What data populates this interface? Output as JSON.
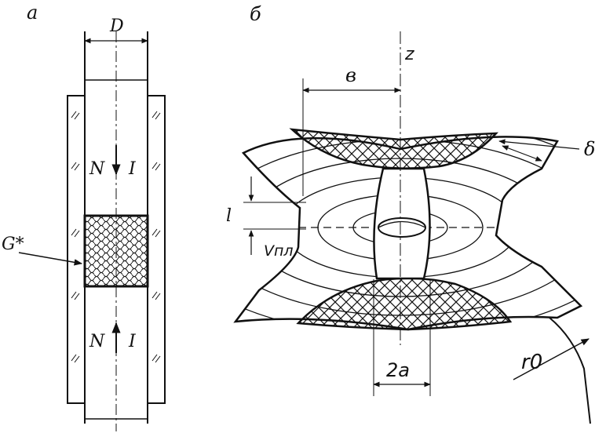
{
  "panel_a": {
    "label": "а",
    "diameter_label": "D",
    "upper_field_label": "N",
    "upper_current_label": "I",
    "lower_field_label": "N",
    "lower_current_label": "I",
    "feed_label": "G*"
  },
  "panel_b": {
    "label": "б",
    "axis_label": "z",
    "width_label": "в",
    "thickness_label": "δ",
    "gap_label": "l",
    "velocity_label": "Vпл",
    "zone_width_label": "2a",
    "radius_label": "r0"
  }
}
